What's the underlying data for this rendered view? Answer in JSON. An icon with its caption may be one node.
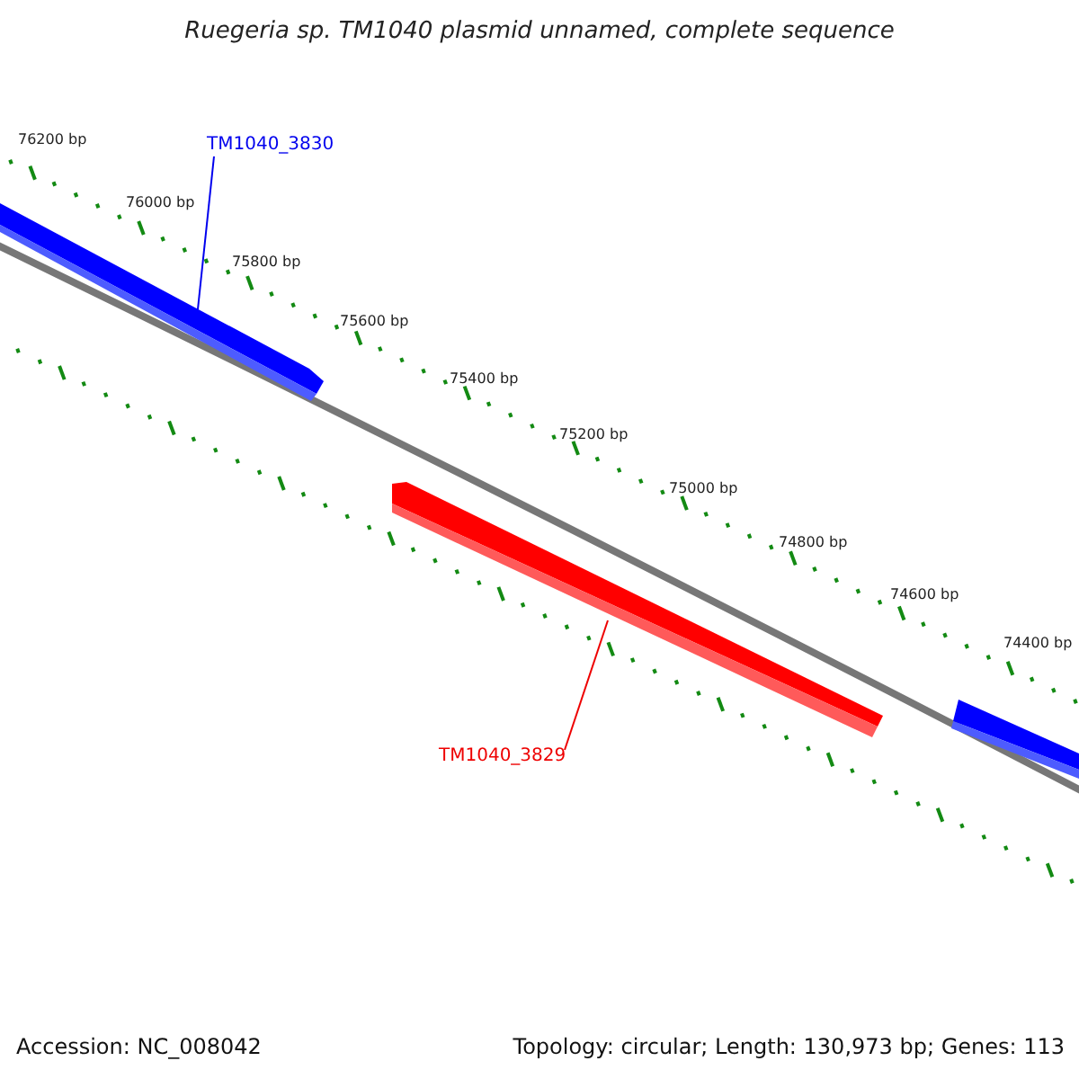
{
  "diagram": {
    "title": "Ruegeria sp. TM1040 plasmid unnamed, complete sequence",
    "nodes": [
      {
        "text": [
          "TM1040_3830"
        ]
      },
      {
        "text": [],
        "shape": "bar"
      },
      {
        "text": [],
        "shape": "bar"
      },
      {
        "text": [
          "TM1040_3829"
        ]
      },
      {
        "text": [],
        "shape": "bar"
      }
    ],
    "edges": [
      {
        "from": 0,
        "to": 1,
        "arrow": "none",
        "color": "#0000ee"
      },
      {
        "from": 3,
        "to": 2,
        "arrow": "none",
        "color": "#ee0000"
      }
    ],
    "labels": [
      "76200 bp",
      "76000 bp",
      "75800 bp",
      "75600 bp",
      "75400 bp",
      "75200 bp",
      "75000 bp",
      "74800 bp",
      "74600 bp",
      "74400 bp",
      "Accession: NC_008042",
      "Topology: circular; Length: 130,973 bp; Genes: 113"
    ]
  }
}
